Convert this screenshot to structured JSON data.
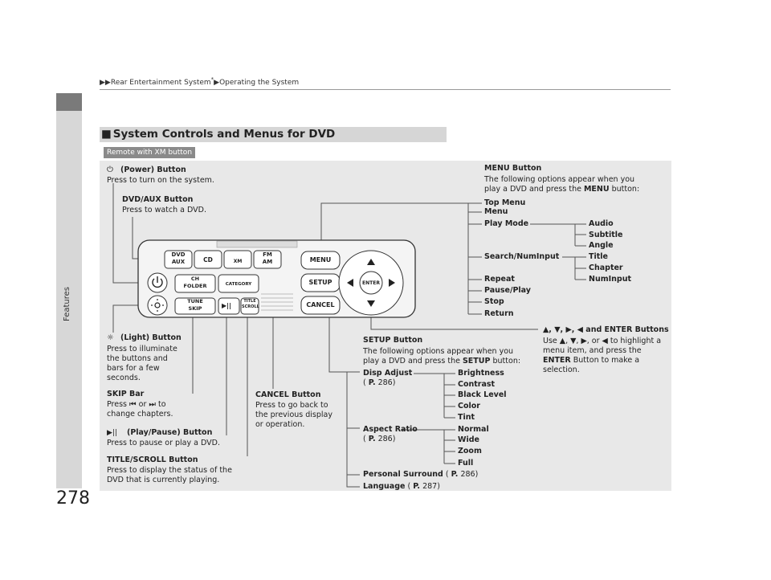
{
  "breadcrumb": {
    "part1": "Rear Entertainment System",
    "asterisk": "*",
    "part2": "Operating the System"
  },
  "sidebar": {
    "label": "Features"
  },
  "page_number": "278",
  "section": {
    "title": "System Controls and Menus for DVD",
    "remote_tag": "Remote with XM button"
  },
  "callouts": {
    "power_title": "(Power) Button",
    "power_desc": "Press to turn on the system.",
    "dvd_title": "DVD/AUX Button",
    "dvd_desc": "Press to watch a DVD.",
    "light_title": "(Light) Button",
    "light_desc1": "Press to illuminate",
    "light_desc2": "the buttons and",
    "light_desc3": "bars for a few",
    "light_desc4": "seconds.",
    "skip_title": "SKIP Bar",
    "skip_desc1a": "Press",
    "skip_desc1b": "or",
    "skip_desc1c": "to",
    "skip_desc2": "change chapters.",
    "play_title": "(Play/Pause) Button",
    "play_desc": "Press to pause or play a DVD.",
    "title_title": "TITLE/SCROLL Button",
    "title_desc1": "Press to display the status of the",
    "title_desc2": "DVD that is currently playing.",
    "cancel_title": "CANCEL Button",
    "cancel_desc1": "Press to go back to",
    "cancel_desc2": "the previous display",
    "cancel_desc3": "or operation.",
    "menu_title": "MENU Button",
    "menu_desc1": "The following options appear when you",
    "menu_desc2a": "play a DVD and press the",
    "menu_desc2b": "MENU",
    "menu_desc2c": "button:",
    "setup_title": "SETUP Button",
    "setup_desc1": "The following options appear when you",
    "setup_desc2a": "play a DVD and press the",
    "setup_desc2b": "SETUP",
    "setup_desc2c": "button:",
    "arrow_title": "▲, ▼, ▶, ◀ and ENTER Buttons",
    "arrow_desc1": "Use ▲, ▼, ▶, or ◀ to highlight a",
    "arrow_desc2": "menu item, and press the",
    "arrow_desc3a": "ENTER",
    "arrow_desc3b": "Button to make a",
    "arrow_desc4": "selection."
  },
  "menu_items": {
    "top_menu": "Top Menu",
    "menu": "Menu",
    "play_mode": "Play Mode",
    "search": "Search/NumInput",
    "repeat": "Repeat",
    "pause": "Pause/Play",
    "stop": "Stop",
    "return": "Return"
  },
  "play_mode_items": [
    "Audio",
    "Subtitle",
    "Angle"
  ],
  "search_items": [
    "Title",
    "Chapter",
    "NumInput"
  ],
  "setup_items": {
    "disp_adjust": "Disp Adjust",
    "disp_ref_p": "P.",
    "disp_ref_num": "286",
    "aspect": "Aspect Ratio",
    "aspect_ref_p": "P.",
    "aspect_ref_num": "286",
    "surround": "Personal Surround",
    "surround_ref_p": "P.",
    "surround_ref_num": "286",
    "language": "Language",
    "language_ref_p": "P.",
    "language_ref_num": "287"
  },
  "disp_items": [
    "Brightness",
    "Contrast",
    "Black Level",
    "Color",
    "Tint"
  ],
  "aspect_items": [
    "Normal",
    "Wide",
    "Zoom",
    "Full"
  ],
  "remote_labels": {
    "dvd": "DVD",
    "aux": "AUX",
    "cd": "CD",
    "xm": "XM",
    "fm": "FM",
    "am": "AM",
    "ch": "CH",
    "folder": "FOLDER",
    "category": "CATEGORY",
    "tune": "TUNE",
    "skip": "SKIP",
    "title": "TITLE",
    "scroll": "SCROLL",
    "menu": "MENU",
    "setup": "SETUP",
    "cancel": "CANCEL",
    "enter": "ENTER"
  }
}
